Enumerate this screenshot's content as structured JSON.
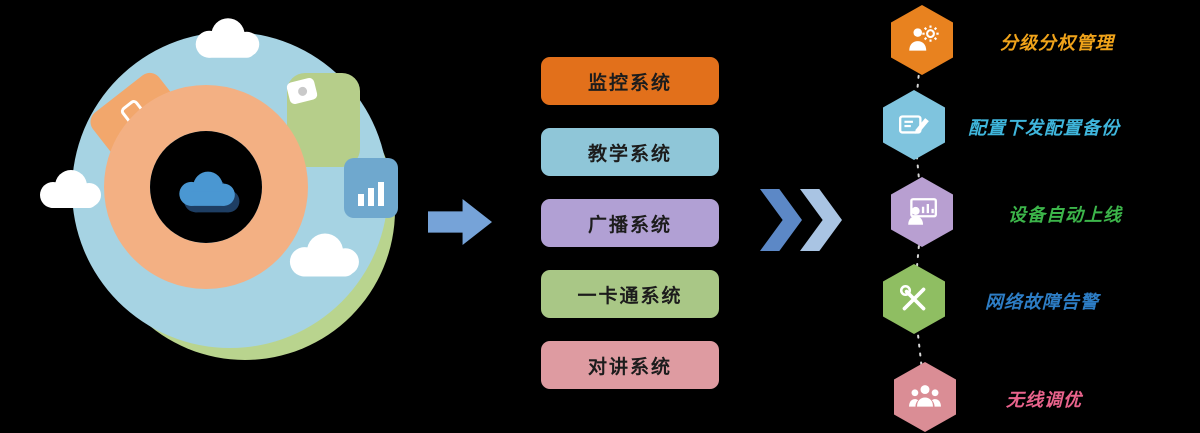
{
  "background_color": "#000000",
  "illustration": {
    "colors": {
      "sky_circle": "#A6D3E3",
      "leaf_circle": "#B9D48E",
      "ring": "#F3B083",
      "ring_center": "#000000",
      "cloud_icon_front": "#4A97D2",
      "cloud_icon_shadow": "#1E3E63",
      "device_orange": "#F2A76C",
      "device_green": "#B6CE8A",
      "device_blue": "#6FA8CE",
      "cloud_white": "#FFFFFF"
    }
  },
  "flow": {
    "arrow_color": "#76A3D8",
    "chevron_dark_color": "#5C88C6",
    "chevron_light_color": "#A9C4E3"
  },
  "systems": {
    "text_color": "#1C1C1C",
    "items": [
      {
        "label": "监控系统",
        "color": "#E2701B"
      },
      {
        "label": "教学系统",
        "color": "#8FC6D8"
      },
      {
        "label": "广播系统",
        "color": "#B1A0D4"
      },
      {
        "label": "一卡通系统",
        "color": "#A9C786"
      },
      {
        "label": "对讲系统",
        "color": "#DE9BA1"
      }
    ]
  },
  "features": {
    "connector_color": "#D8D8D8",
    "items": [
      {
        "label": "分级分权管理",
        "hex_color": "#E8821F",
        "label_color": "#F0A31A",
        "icon": "person-gear-icon"
      },
      {
        "label": "配置下发配置备份",
        "hex_color": "#7FC4DE",
        "label_color": "#3FB6DC",
        "icon": "document-edit-icon"
      },
      {
        "label": "设备自动上线",
        "hex_color": "#B89FD1",
        "label_color": "#3CB54A",
        "icon": "presentation-person-icon"
      },
      {
        "label": "网络故障告警",
        "hex_color": "#8FBE62",
        "label_color": "#2D7DC5",
        "icon": "crossed-tools-icon"
      },
      {
        "label": "无线调优",
        "hex_color": "#DA8D95",
        "label_color": "#E9638C",
        "icon": "people-group-icon"
      }
    ]
  }
}
